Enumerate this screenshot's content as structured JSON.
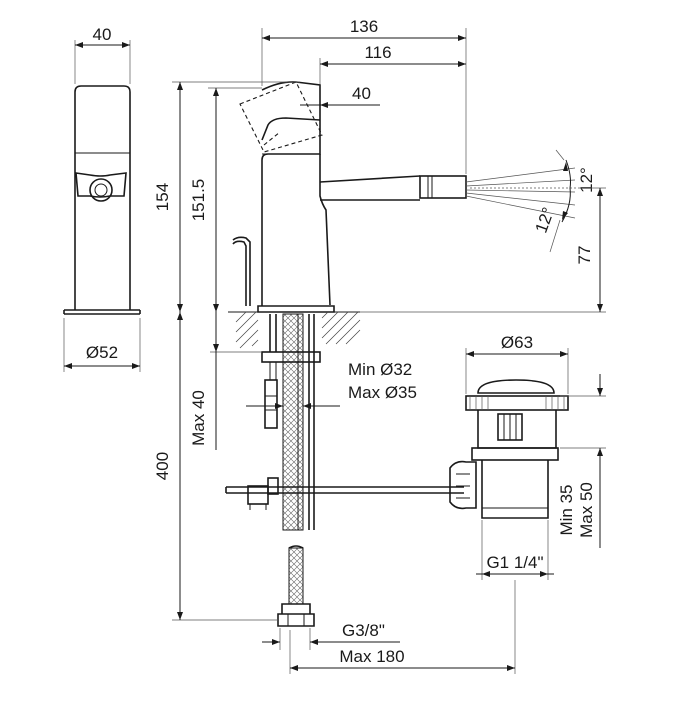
{
  "dimensions": {
    "side_width": "40",
    "side_diameter": "Ø52",
    "overall_length": "136",
    "spout_length": "116",
    "lever_offset": "40",
    "total_height": "154",
    "body_height": "151.5",
    "swivel_angle_top": "12°",
    "swivel_angle_bottom": "12°",
    "spout_height": "77",
    "hole_min": "Min Ø32",
    "hole_max": "Max Ø35",
    "max_deck": "Max 40",
    "hose_length": "400",
    "waste_diameter": "Ø63",
    "waste_min": "Min 35",
    "waste_max": "Max 50",
    "waste_thread": "G1 1/4\"",
    "inlet_thread": "G3/8\"",
    "max_rod": "Max 180"
  }
}
